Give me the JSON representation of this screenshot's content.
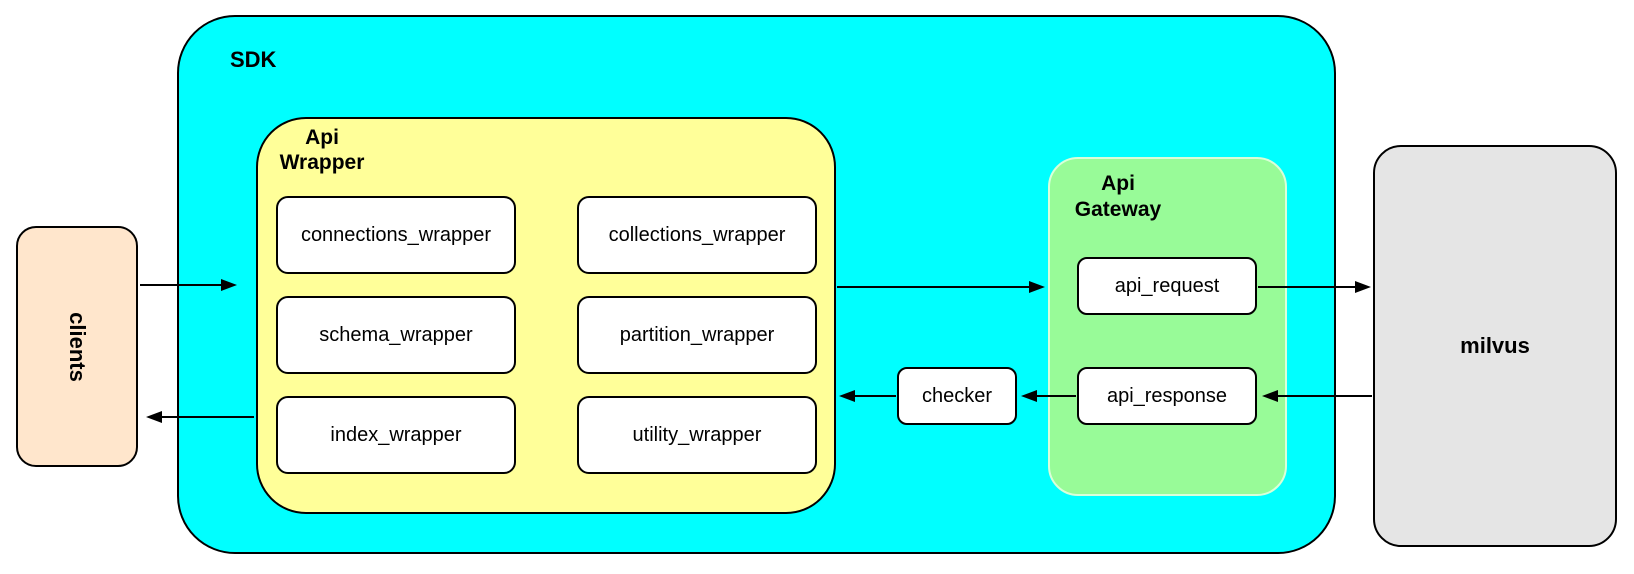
{
  "colors": {
    "sdk_fill": "#00ffff",
    "api_wrapper_fill": "#ffff99",
    "api_gateway_fill": "#98fb98",
    "clients_fill": "#ffe6cc",
    "milvus_fill": "#e5e5e5",
    "node_fill": "#ffffff",
    "stroke": "#000000"
  },
  "clients": {
    "label": "clients"
  },
  "sdk": {
    "label": "SDK"
  },
  "api_wrapper": {
    "label_line1": "Api",
    "label_line2": "Wrapper",
    "modules": [
      {
        "label": "connections_wrapper"
      },
      {
        "label": "collections_wrapper"
      },
      {
        "label": "schema_wrapper"
      },
      {
        "label": "partition_wrapper"
      },
      {
        "label": "index_wrapper"
      },
      {
        "label": "utility_wrapper"
      }
    ]
  },
  "checker": {
    "label": "checker"
  },
  "api_gateway": {
    "label_line1": "Api",
    "label_line2": "Gateway",
    "request": {
      "label": "api_request"
    },
    "response": {
      "label": "api_response"
    }
  },
  "milvus": {
    "label": "milvus"
  }
}
